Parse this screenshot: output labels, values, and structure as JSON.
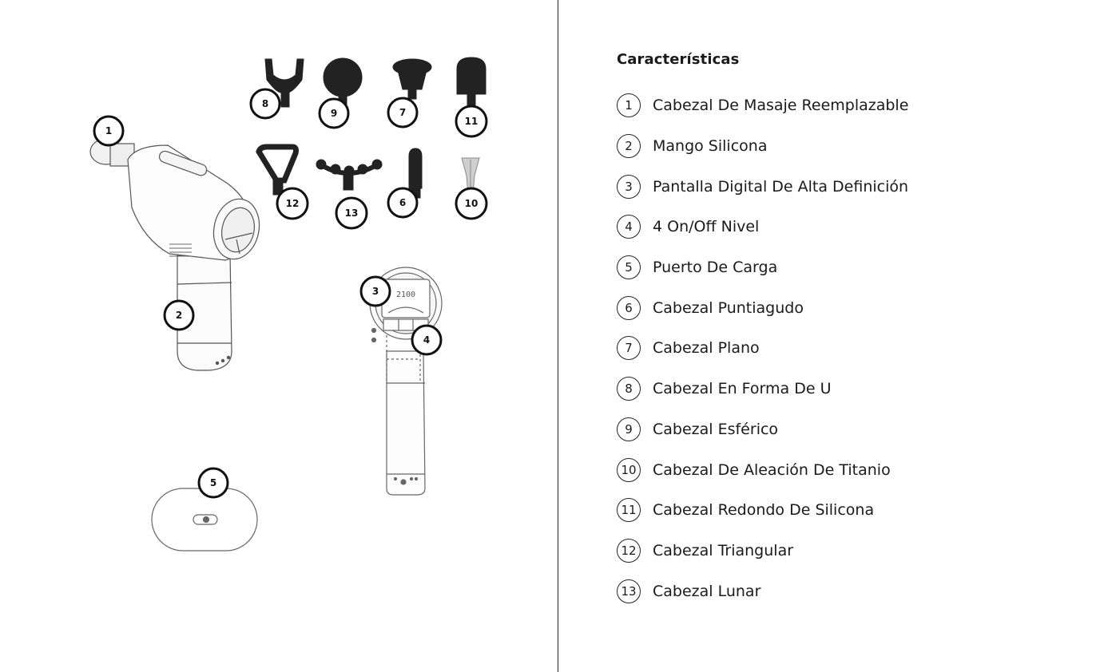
{
  "features": {
    "title": "Características",
    "items": [
      {
        "num": "1",
        "label": "Cabezal De Masaje Reemplazable"
      },
      {
        "num": "2",
        "label": "Mango Silicona"
      },
      {
        "num": "3",
        "label": "Pantalla Digital De Alta Definición"
      },
      {
        "num": "4",
        "label": "4 On/Off Nivel"
      },
      {
        "num": "5",
        "label": "Puerto De Carga"
      },
      {
        "num": "6",
        "label": "Cabezal Puntiagudo"
      },
      {
        "num": "7",
        "label": "Cabezal Plano"
      },
      {
        "num": "8",
        "label": "Cabezal En Forma De U"
      },
      {
        "num": "9",
        "label": "Cabezal Esférico"
      },
      {
        "num": "10",
        "label": "Cabezal De Aleación De Titanio"
      },
      {
        "num": "11",
        "label": "Cabezal Redondo De Silicona"
      },
      {
        "num": "12",
        "label": "Cabezal Triangular"
      },
      {
        "num": "13",
        "label": "Cabezal Lunar"
      }
    ]
  },
  "callouts": {
    "c1": "1",
    "c2": "2",
    "c3": "3",
    "c4": "4",
    "c5": "5",
    "c6": "6",
    "c7": "7",
    "c8": "8",
    "c9": "9",
    "c10": "10",
    "c11": "11",
    "c12": "12",
    "c13": "13"
  },
  "screen": {
    "reading": "2100"
  }
}
